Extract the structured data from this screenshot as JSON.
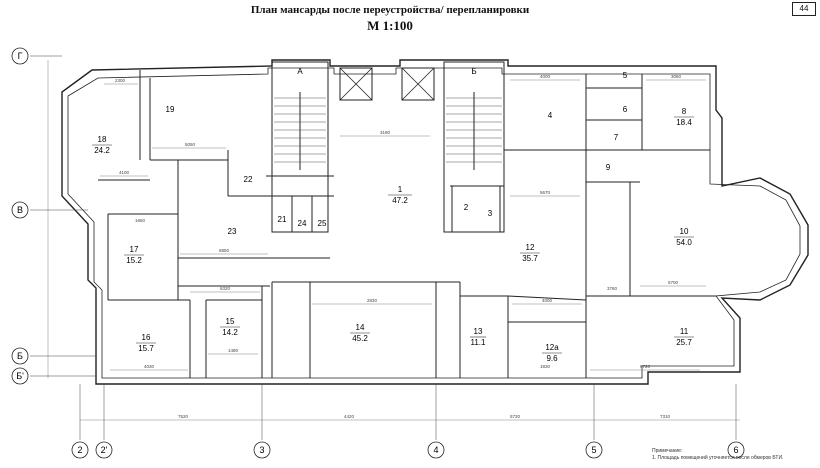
{
  "title": "План мансарды после переустройства/ перепланировки",
  "scale": "М 1:100",
  "page_number": "44",
  "axes_left": [
    "Г",
    "В",
    "Б",
    "Б'"
  ],
  "axes_bottom": [
    "2",
    "2'",
    "3",
    "4",
    "5",
    "6"
  ],
  "stairs": [
    "А",
    "Б"
  ],
  "rooms": [
    {
      "no": "1",
      "area": "47.2"
    },
    {
      "no": "2",
      "area": ""
    },
    {
      "no": "3",
      "area": ""
    },
    {
      "no": "4",
      "area": ""
    },
    {
      "no": "5",
      "area": ""
    },
    {
      "no": "6",
      "area": ""
    },
    {
      "no": "7",
      "area": ""
    },
    {
      "no": "8",
      "area": "18.4"
    },
    {
      "no": "9",
      "area": ""
    },
    {
      "no": "10",
      "area": "54.0"
    },
    {
      "no": "11",
      "area": "25.7"
    },
    {
      "no": "12",
      "area": "35.7"
    },
    {
      "no": "12а",
      "area": "9.6"
    },
    {
      "no": "13",
      "area": "11.1"
    },
    {
      "no": "14",
      "area": "45.2"
    },
    {
      "no": "15",
      "area": "14.2"
    },
    {
      "no": "16",
      "area": "15.7"
    },
    {
      "no": "17",
      "area": "15.2"
    },
    {
      "no": "18",
      "area": "24.2"
    },
    {
      "no": "19",
      "area": ""
    },
    {
      "no": "21",
      "area": ""
    },
    {
      "no": "22",
      "area": ""
    },
    {
      "no": "23",
      "area": ""
    },
    {
      "no": "24",
      "area": ""
    },
    {
      "no": "25",
      "area": ""
    }
  ],
  "dimensions": [
    "2300",
    "5050",
    "4100",
    "3180",
    "4000",
    "3060",
    "5670",
    "3760",
    "5700",
    "6850",
    "6320",
    "2830",
    "4000",
    "4030",
    "1660",
    "1480",
    "1830",
    "7520",
    "4420",
    "5720",
    "7310",
    "6720"
  ],
  "footnote_heading": "Примечание:",
  "footnote_text": "1. Площадь помещений уточняется после обмеров БТИ."
}
